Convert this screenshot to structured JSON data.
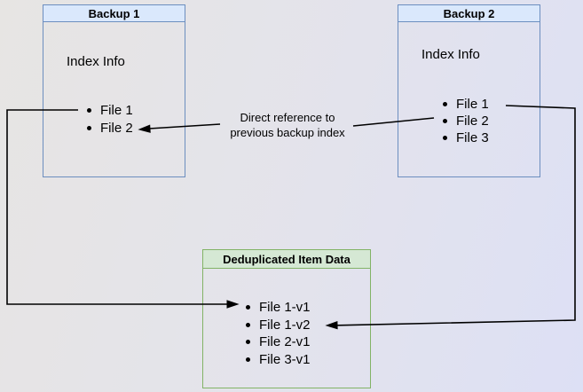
{
  "diagram": {
    "backup1": {
      "title": "Backup 1",
      "section_label": "Index Info",
      "items": [
        "File 1",
        "File 2"
      ]
    },
    "backup2": {
      "title": "Backup 2",
      "section_label": "Index Info",
      "items": [
        "File 1",
        "File 2",
        "File 3"
      ]
    },
    "dedup": {
      "title": "Deduplicated Item Data",
      "items": [
        "File 1-v1",
        "File 1-v2",
        "File 2-v1",
        "File 3-v1"
      ]
    },
    "annotation": {
      "line1": "Direct reference to",
      "line2": "previous backup index"
    },
    "colors": {
      "blue_fill": "#dae8fc",
      "blue_border": "#6c8ebf",
      "green_fill": "#d5e8d4",
      "green_border": "#82b366",
      "connector": "#000000",
      "background_left": "#e7e5e3",
      "background_right": "#dde0f5"
    }
  }
}
